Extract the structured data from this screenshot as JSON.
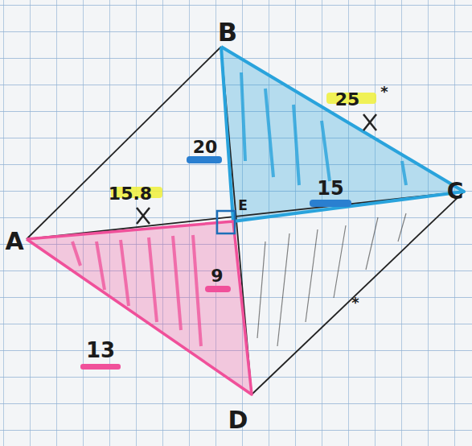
{
  "diagram": {
    "labels": [
      "A",
      "B",
      "C",
      "D",
      "E",
      "20",
      "15.8",
      "15",
      "25",
      "*",
      "9",
      "13",
      "*"
    ]
  }
}
